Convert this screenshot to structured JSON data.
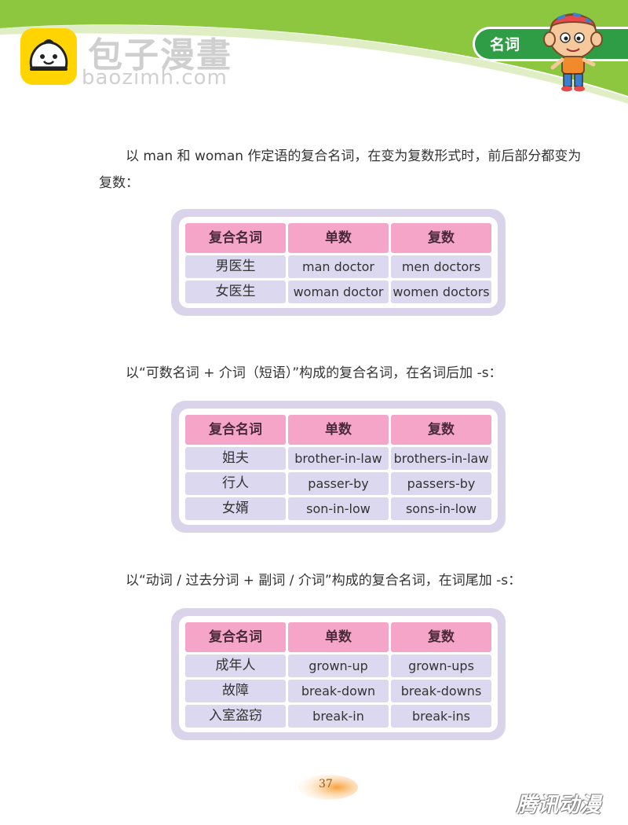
{
  "header": {
    "logo_cn": "包子漫畫",
    "logo_en": "baozimh.com",
    "chapter_label": "名词",
    "colors": {
      "green_band": "#8dc63f",
      "pill": "#2e9d45",
      "logo_yellow": "#ffd400"
    }
  },
  "section1": {
    "text": "以 man 和 woman 作定语的复合名词，在变为复数形式时，前后部分都变为复数：",
    "table": {
      "headers": [
        "复合名词",
        "单数",
        "复数"
      ],
      "rows": [
        [
          "男医生",
          "man doctor",
          "men doctors"
        ],
        [
          "女医生",
          "woman doctor",
          "women doctors"
        ]
      ]
    }
  },
  "section2": {
    "text": "以“可数名词 + 介词（短语）”构成的复合名词，在名词后加 -s：",
    "table": {
      "headers": [
        "复合名词",
        "单数",
        "复数"
      ],
      "rows": [
        [
          "姐夫",
          "brother-in-law",
          "brothers-in-law"
        ],
        [
          "行人",
          "passer-by",
          "passers-by"
        ],
        [
          "女婿",
          "son-in-low",
          "sons-in-low"
        ]
      ]
    }
  },
  "section3": {
    "text": "以“动词 / 过去分词 + 副词 / 介词”构成的复合名词，在词尾加 -s：",
    "table": {
      "headers": [
        "复合名词",
        "单数",
        "复数"
      ],
      "rows": [
        [
          "成年人",
          "grown-up",
          "grown-ups"
        ],
        [
          "故障",
          "break-down",
          "break-downs"
        ],
        [
          "入室盗窃",
          "break-in",
          "break-ins"
        ]
      ]
    }
  },
  "footer": {
    "page_number": "37",
    "watermark": "腾讯动漫"
  }
}
